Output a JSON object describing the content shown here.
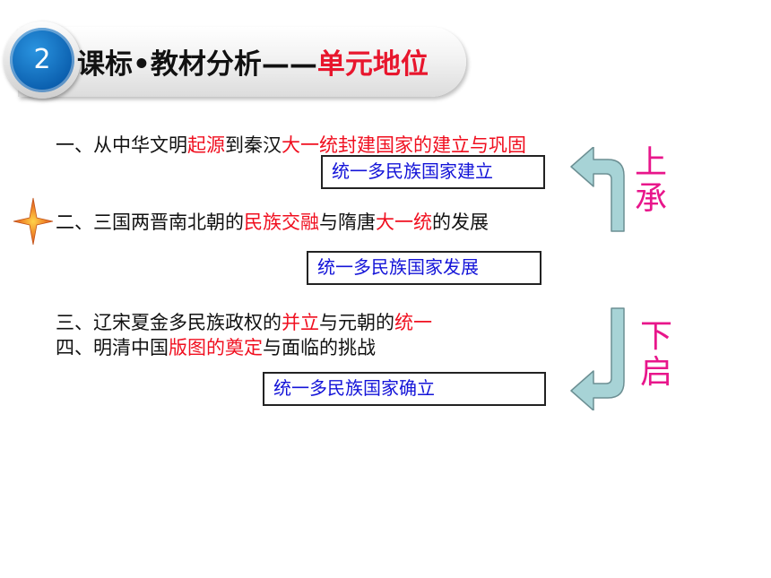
{
  "header": {
    "badge": "2",
    "title_prefix": "课标•教材分析——",
    "title_highlight": "单元地位"
  },
  "lines": [
    {
      "segments": [
        {
          "text": "一、从中华文明",
          "red": false
        },
        {
          "text": "起源",
          "red": true
        },
        {
          "text": "到秦汉",
          "red": false
        },
        {
          "text": "大一统封建国家的建立与巩固",
          "red": true
        }
      ]
    },
    {
      "segments": [
        {
          "text": "二、三国两晋南北朝的",
          "red": false
        },
        {
          "text": "民族交融",
          "red": true
        },
        {
          "text": "与隋唐",
          "red": false
        },
        {
          "text": "大一统",
          "red": true
        },
        {
          "text": "的发展",
          "red": false
        }
      ]
    },
    {
      "segments": [
        {
          "text": "三、辽宋夏金多民族政权的",
          "red": false
        },
        {
          "text": "并立",
          "red": true
        },
        {
          "text": "与元朝的",
          "red": false
        },
        {
          "text": "统一",
          "red": true
        }
      ]
    },
    {
      "segments": [
        {
          "text": "四、明清中国",
          "red": false
        },
        {
          "text": "版图的奠定",
          "red": true
        },
        {
          "text": "与面临的挑战",
          "red": false
        }
      ]
    }
  ],
  "boxes": {
    "established": "统一多民族国家建立",
    "developed": "统一多民族国家发展",
    "confirmed": "统一多民族国家确立"
  },
  "side_labels": {
    "top_1": "上",
    "top_2": "承",
    "bottom_1": "下",
    "bottom_2": "启"
  },
  "colors": {
    "accent_red": "#f00f1f",
    "box_text_blue": "#1414d8",
    "side_label_pink": "#e8168b",
    "arrow_fill": "#a7d3d6",
    "badge_blue": "#0b5fae"
  },
  "icons": {
    "star": "four-point-star-icon",
    "arrow_up": "curved-arrow-up-left-icon",
    "arrow_down": "curved-arrow-down-left-icon"
  }
}
